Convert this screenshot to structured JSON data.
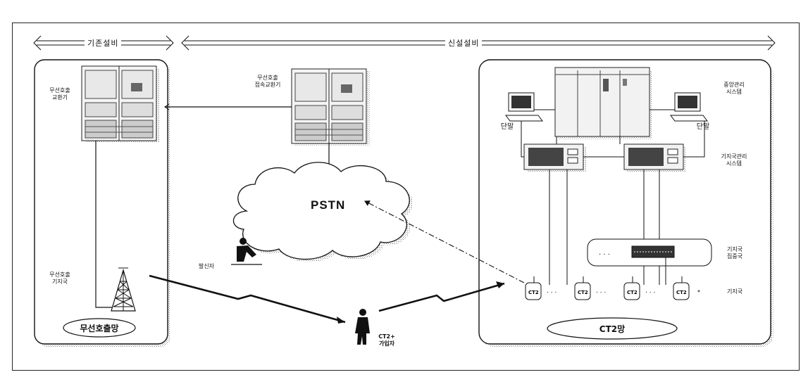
{
  "spans": {
    "existing": "기존설비",
    "new": "신설설비"
  },
  "left_panel": {
    "exchange": "무선호출\n교환기",
    "base_station": "무선호출\n기지국",
    "network": "무선호출망"
  },
  "center": {
    "gateway_exchange": "무선호출\n접속교환기",
    "pstn": "PSTN",
    "caller": "발신자",
    "subscriber": "CT2+\n가입자"
  },
  "right_panel": {
    "central_mgmt": "중앙관리\n시스템",
    "terminal_left": "단말",
    "terminal_right": "단말",
    "station_mgmt": "기지국관리\n시스템",
    "concentrator": "기지국\n집중국",
    "base_stations_label": "기지국",
    "ct2_tag": "CT2",
    "network": "CT2망"
  },
  "icons": [
    "server-rack-icon",
    "cloud-icon",
    "antenna-tower-icon",
    "person-icon",
    "computer-terminal-icon",
    "lightning-link-icon",
    "hub-icon"
  ]
}
